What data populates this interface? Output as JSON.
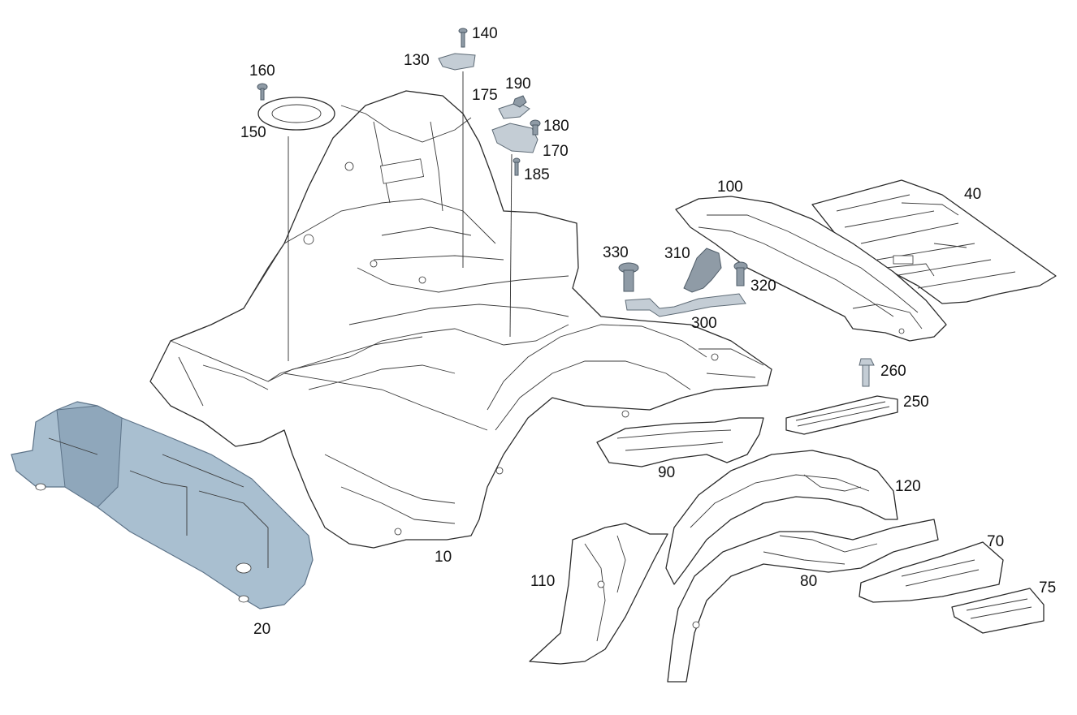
{
  "diagram": {
    "labels": {
      "p10": "10",
      "p20": "20",
      "p40": "40",
      "p70": "70",
      "p75": "75",
      "p80": "80",
      "p90": "90",
      "p100": "100",
      "p110": "110",
      "p120": "120",
      "p130": "130",
      "p140": "140",
      "p150": "150",
      "p160": "160",
      "p170": "170",
      "p175": "175",
      "p180": "180",
      "p185": "185",
      "p190": "190",
      "p250": "250",
      "p260": "260",
      "p300": "300",
      "p310": "310",
      "p320": "320",
      "p330": "330"
    },
    "colors": {
      "outline": "#2b2b2b",
      "panel_blue": "#a9bfd0",
      "fastener_grey": "#8f9ba6"
    }
  }
}
